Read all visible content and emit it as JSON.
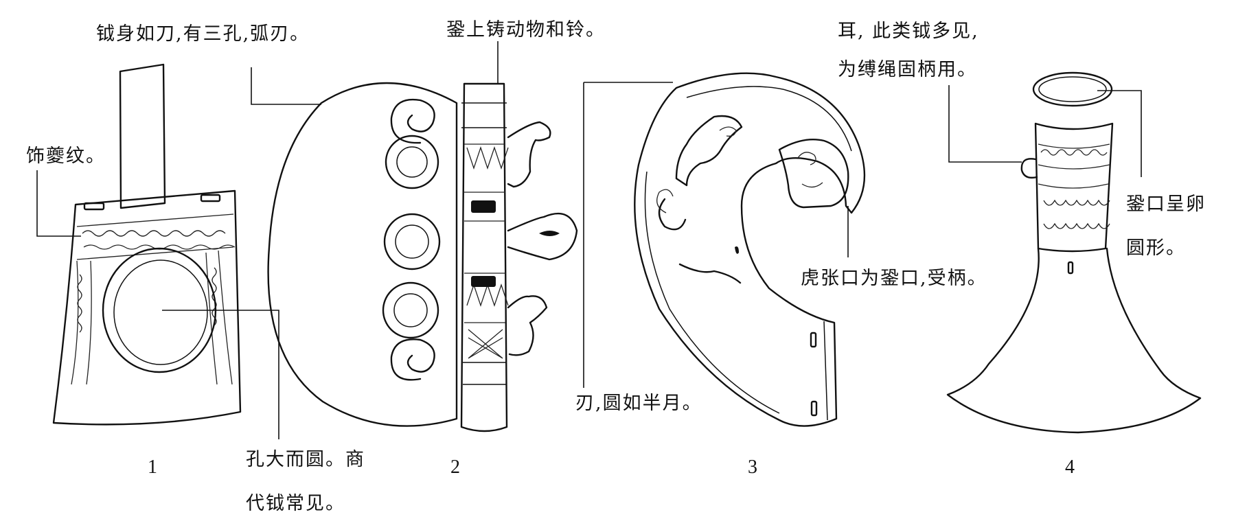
{
  "labels": {
    "axe1_body": "钺身如刀,有三孔,弧刃。",
    "axe1_pattern": "饰夔纹。",
    "axe1_hole_l1": "孔大而圆。商",
    "axe1_hole_l2": "代钺常见。",
    "axe2_socket": "銎上铸动物和铃。",
    "axe3_blade": "刃,圆如半月。",
    "axe3_mouth": "虎张口为銎口,受柄。",
    "axe4_ear_l1": "耳, 此类钺多见,",
    "axe4_ear_l2": "为缚绳固柄用。",
    "axe4_mouth_l1": "銎口呈卵",
    "axe4_mouth_l2": "圆形。"
  },
  "numbers": {
    "n1": "1",
    "n2": "2",
    "n3": "3",
    "n4": "4"
  }
}
